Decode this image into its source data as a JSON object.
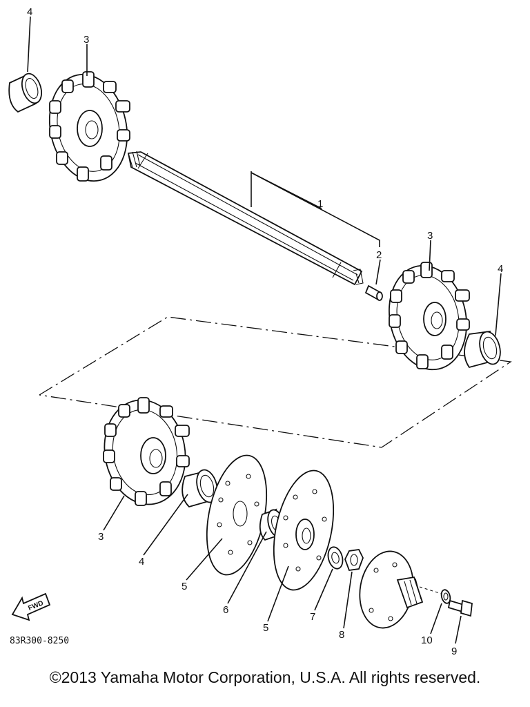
{
  "callouts": {
    "c1": "1",
    "c2": "2",
    "c3a": "3",
    "c3b": "3",
    "c3c": "3",
    "c4a": "4",
    "c4b": "4",
    "c4c": "4",
    "c5a": "5",
    "c5b": "5",
    "c6": "6",
    "c7": "7",
    "c8": "8",
    "c9": "9",
    "c10": "10"
  },
  "fwd_label": "FWD",
  "diagram_code": "83R300-8250",
  "copyright": "©2013 Yamaha Motor Corporation, U.S.A. All rights reserved."
}
